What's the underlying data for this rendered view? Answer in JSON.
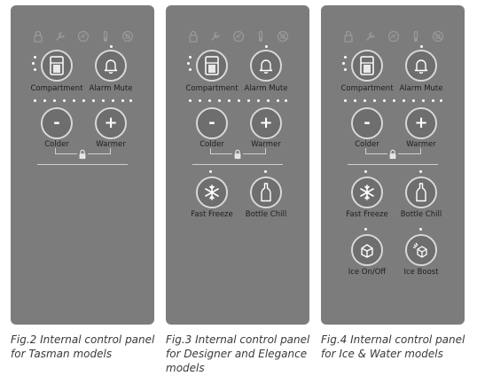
{
  "panels": [
    {
      "buttons": {
        "compartment": "Compartment",
        "alarm_mute": "Alarm Mute",
        "colder": "Colder",
        "warmer": "Warmer"
      },
      "caption": "Fig.2 Internal control panel for Tasman models"
    },
    {
      "buttons": {
        "compartment": "Compartment",
        "alarm_mute": "Alarm Mute",
        "colder": "Colder",
        "warmer": "Warmer",
        "fast_freeze": "Fast Freeze",
        "bottle_chill": "Bottle Chill"
      },
      "caption": "Fig.3 Internal control panel for Designer and Elegance models"
    },
    {
      "buttons": {
        "compartment": "Compartment",
        "alarm_mute": "Alarm Mute",
        "colder": "Colder",
        "warmer": "Warmer",
        "fast_freeze": "Fast Freeze",
        "bottle_chill": "Bottle Chill",
        "ice_on_off": "Ice On/Off",
        "ice_boost": "Ice Boost"
      },
      "caption": "Fig.4 Internal control panel for Ice & Water models"
    }
  ],
  "glyphs": {
    "minus": "-",
    "plus": "+"
  },
  "icons": {
    "status_row": [
      "lock-icon",
      "wrench-icon",
      "vacation-icon",
      "temperature-icon",
      "no-ice-icon"
    ],
    "compartment": "compartment-icon",
    "alarm_mute": "bell-icon",
    "fast_freeze": "snowflake-icon",
    "bottle_chill": "bottle-icon",
    "ice_on_off": "ice-cube-icon",
    "ice_boost": "ice-boost-icon"
  },
  "colors": {
    "panel": "#7c7c7c",
    "button_ring": "#d8d8d8",
    "indicator_dot": "#ffffff"
  }
}
